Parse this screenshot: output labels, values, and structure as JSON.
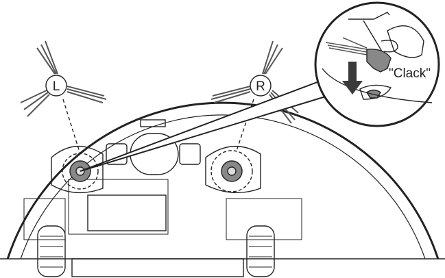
{
  "labels": {
    "left_brush": "L",
    "right_brush": "R",
    "sound": "\"Clack\""
  },
  "colors": {
    "line": "#222222",
    "brush_fill": "#777777",
    "arrow": "#3a3a3a"
  }
}
